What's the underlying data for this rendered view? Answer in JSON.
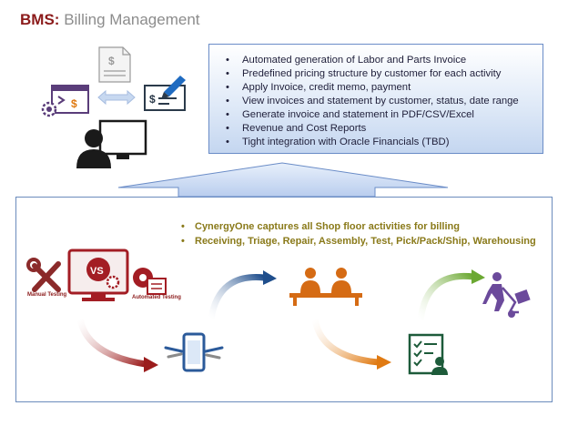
{
  "title": {
    "acronym": "BMS:",
    "rest": "Billing Management"
  },
  "features": [
    "Automated generation of Labor and Parts Invoice",
    "Predefined pricing structure by customer for each activity",
    "Apply Invoice, credit memo, payment",
    "View invoices and statement by customer, status, date range",
    "Generate invoice and statement in PDF/CSV/Excel",
    "Revenue and Cost Reports",
    "Tight integration with Oracle Financials (TBD)"
  ],
  "shop_floor": [
    "CynergyOne captures all Shop floor activities for billing",
    "Receiving, Triage, Repair, Assembly, Test, Pick/Pack/Ship, Warehousing"
  ],
  "labels": {
    "manual": "Manual Testing",
    "automated": "Automated Testing",
    "vs": "VS"
  },
  "icons": {
    "document": "invoice-document-icon",
    "browser": "browser-settings-icon",
    "exchange": "exchange-arrows-icon",
    "check": "check-pen-icon",
    "user": "user-computer-icon",
    "wrench": "wrench-icon",
    "monitor": "monitor-vs-icon",
    "gear": "gear-icon",
    "phone": "phone-repair-icon",
    "workers": "assembly-workers-icon",
    "checklist": "checklist-user-icon",
    "cart": "hand-truck-icon"
  },
  "colors": {
    "acronym": "#8b1a1a",
    "title": "#8c8c8c",
    "bullet_gold": "#8a7a1a",
    "arrow_red": "#9b1c1c",
    "arrow_blue": "#1f4e8c",
    "arrow_orange": "#e07a12",
    "arrow_green": "#6ba832",
    "panel_border": "#6a8cc7"
  }
}
